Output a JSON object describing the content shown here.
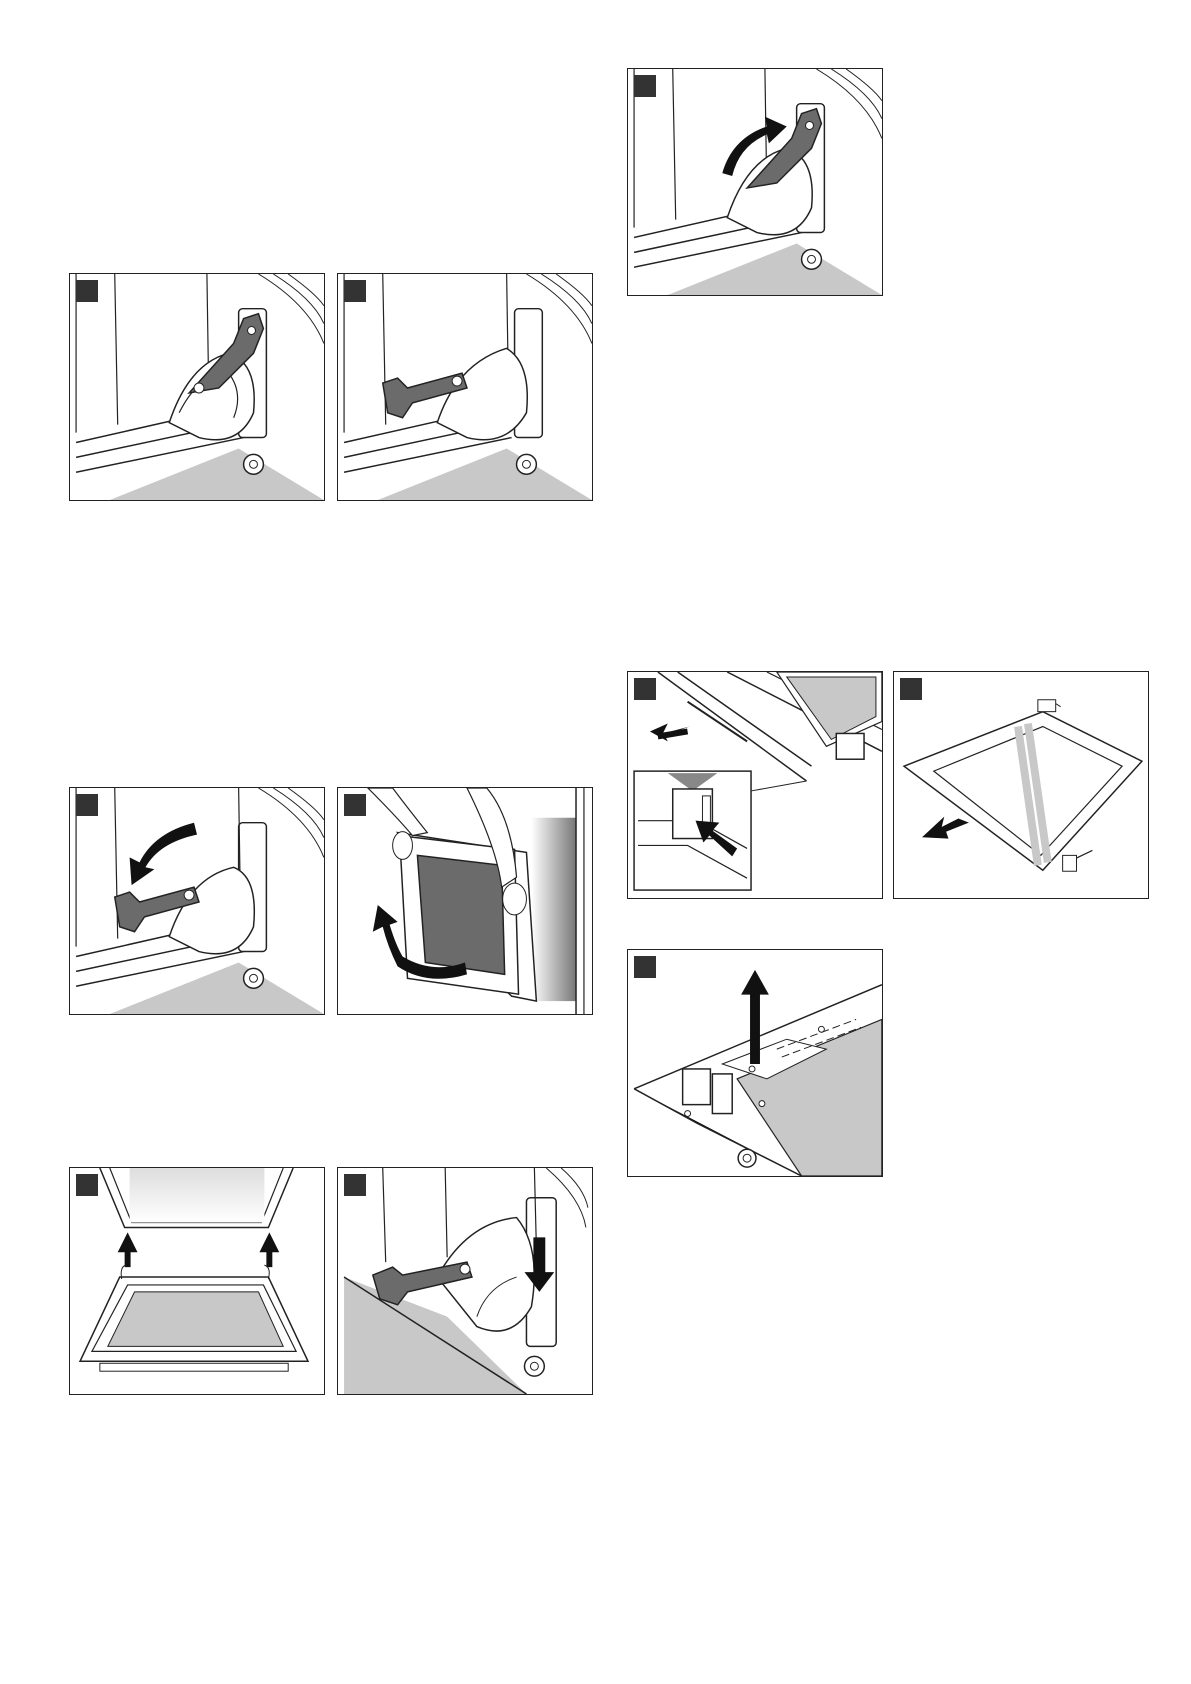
{
  "document": {
    "type": "instruction-illustrations",
    "panel_marker_color": "#333333",
    "line_color": "#222222",
    "shade_color": "#c8c8c8",
    "lever_color": "#6b6b6b",
    "panels": [
      {
        "id": "p1",
        "scene": "hinge-lever-up"
      },
      {
        "id": "p2",
        "scene": "hinge-lever-down"
      },
      {
        "id": "p3",
        "scene": "hinge-lever-raise-arrow"
      },
      {
        "id": "p4",
        "scene": "hinge-lever-lower-arrow"
      },
      {
        "id": "p5",
        "scene": "door-lift-out-hands"
      },
      {
        "id": "p6",
        "scene": "door-clip-release"
      },
      {
        "id": "p7",
        "scene": "glass-pane-pull-out"
      },
      {
        "id": "p8",
        "scene": "glass-pane-insert-hooks"
      },
      {
        "id": "p9",
        "scene": "hinge-lever-push-down"
      },
      {
        "id": "p10",
        "scene": "clip-lift-up"
      }
    ]
  }
}
